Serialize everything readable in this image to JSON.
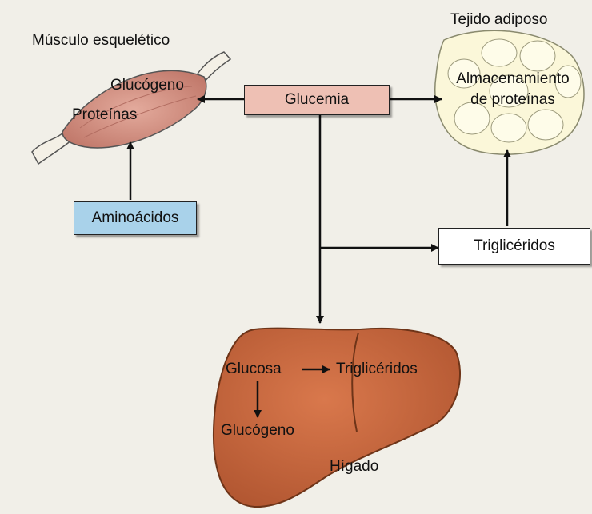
{
  "colors": {
    "glucemia_box": "#eec0b4",
    "aminoacidos_box": "#a9d2ea",
    "trigliceridos_box": "#ffffff",
    "liver": "#c7643c",
    "muscle": "#d7978a",
    "adipose": "#fbf7d9",
    "background": "#f1efe8"
  },
  "icons": {
    "muscle": "skeletal-muscle-icon",
    "adipose": "adipose-tissue-icon",
    "liver": "liver-icon"
  },
  "labels": {
    "musculo": "Músculo esquelético",
    "glucogeno_musculo": "Glucógeno",
    "proteinas_musculo": "Proteínas",
    "glucemia": "Glucemia",
    "tejido_adiposo": "Tejido adiposo",
    "almacenamiento_line1": "Almacenamiento",
    "almacenamiento_line2": "de proteínas",
    "aminoacidos": "Aminoácidos",
    "trigliceridos_box": "Triglicéridos",
    "glucosa_higado": "Glucosa",
    "trigliceridos_higado": "Triglicéridos",
    "glucogeno_higado": "Glucógeno",
    "higado": "Hígado"
  }
}
